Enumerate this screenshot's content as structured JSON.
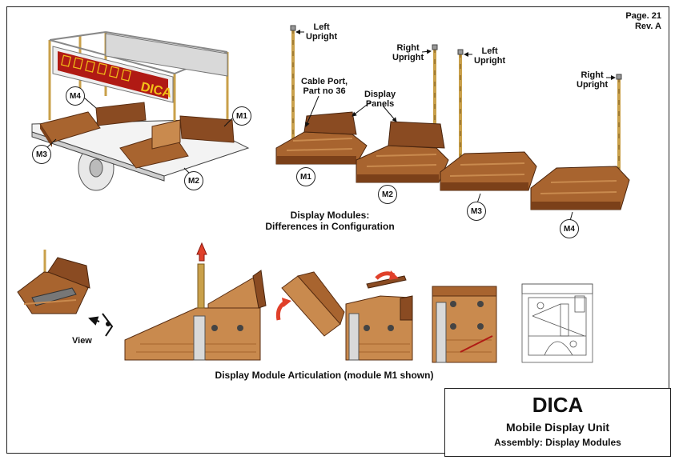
{
  "header": {
    "page": "Page. 21",
    "revision": "Rev. A"
  },
  "cart": {
    "banner_text": "DICA",
    "labels": {
      "m1": "M1",
      "m2": "M2",
      "m3": "M3",
      "m4": "M4"
    }
  },
  "modules": {
    "left_upright_1": "Left\nUpright",
    "right_upright_1": "Right\nUpright",
    "left_upright_2": "Left\nUpright",
    "right_upright_2": "Right\nUpright",
    "cable_port": "Cable Port,\nPart no 36",
    "display_panels": "Display\nPanels",
    "labels": {
      "m1": "M1",
      "m2": "M2",
      "m3": "M3",
      "m4": "M4"
    },
    "caption": "Display Modules:\nDifferences in Configuration"
  },
  "articulation": {
    "view_label": "View",
    "caption": "Display Module Articulation (module M1 shown)"
  },
  "title_block": {
    "title": "DICA",
    "subtitle": "Mobile Display Unit",
    "section": "Assembly: Display Modules"
  },
  "colors": {
    "wood_light": "#c98a4e",
    "wood_dark": "#8a4b22",
    "wood_mid": "#a8642f",
    "arrow_red": "#e0402a",
    "banner_red": "#b01a14",
    "banner_text": "#f2c018"
  }
}
